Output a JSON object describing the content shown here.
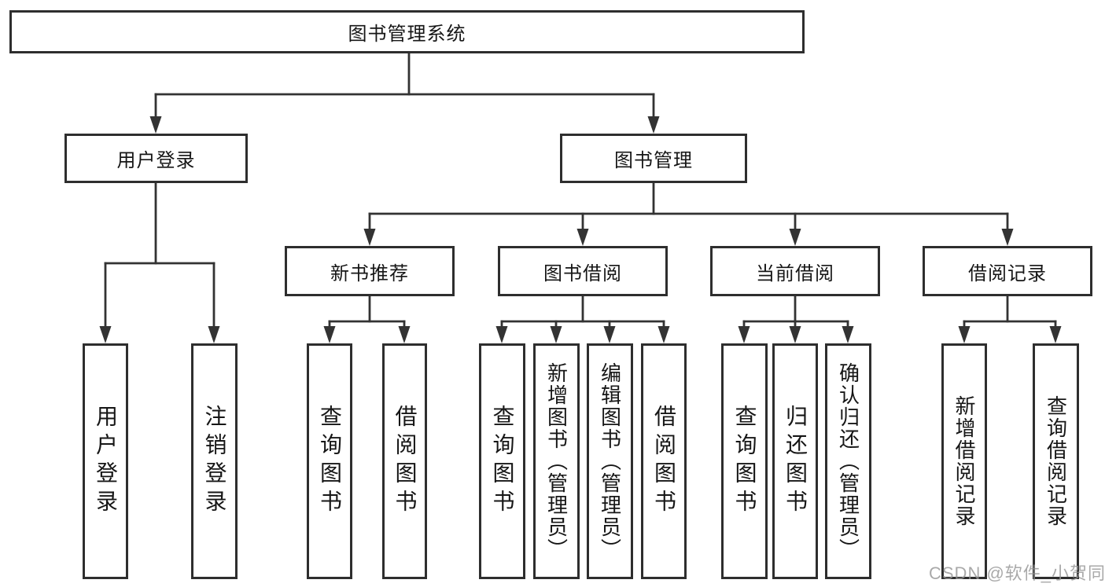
{
  "diagram": {
    "nodes": {
      "root": "图书管理系统",
      "level1": [
        "用户登录",
        "图书管理"
      ],
      "level2": [
        "新书推荐",
        "图书借阅",
        "当前借阅",
        "借阅记录"
      ],
      "leaves_user_login": [
        "用户登录",
        "注销登录"
      ],
      "leaves_new_book": [
        "查询图书",
        "借阅图书"
      ],
      "leaves_book_borrow": [
        "查询图书",
        "新增图书（管理员）",
        "编辑图书（管理员）",
        "借阅图书"
      ],
      "leaves_current_borrow": [
        "查询图书",
        "归还图书",
        "确认归还（管理员）"
      ],
      "leaves_borrow_record": [
        "新增借阅记录",
        "查询借阅记录"
      ]
    },
    "watermark": "CSDN @软件_小贺同学",
    "colors": {
      "line": "#333333",
      "border": "#2e2e2e",
      "text": "#161616",
      "background": "#ffffff",
      "watermark": "#949494"
    }
  }
}
